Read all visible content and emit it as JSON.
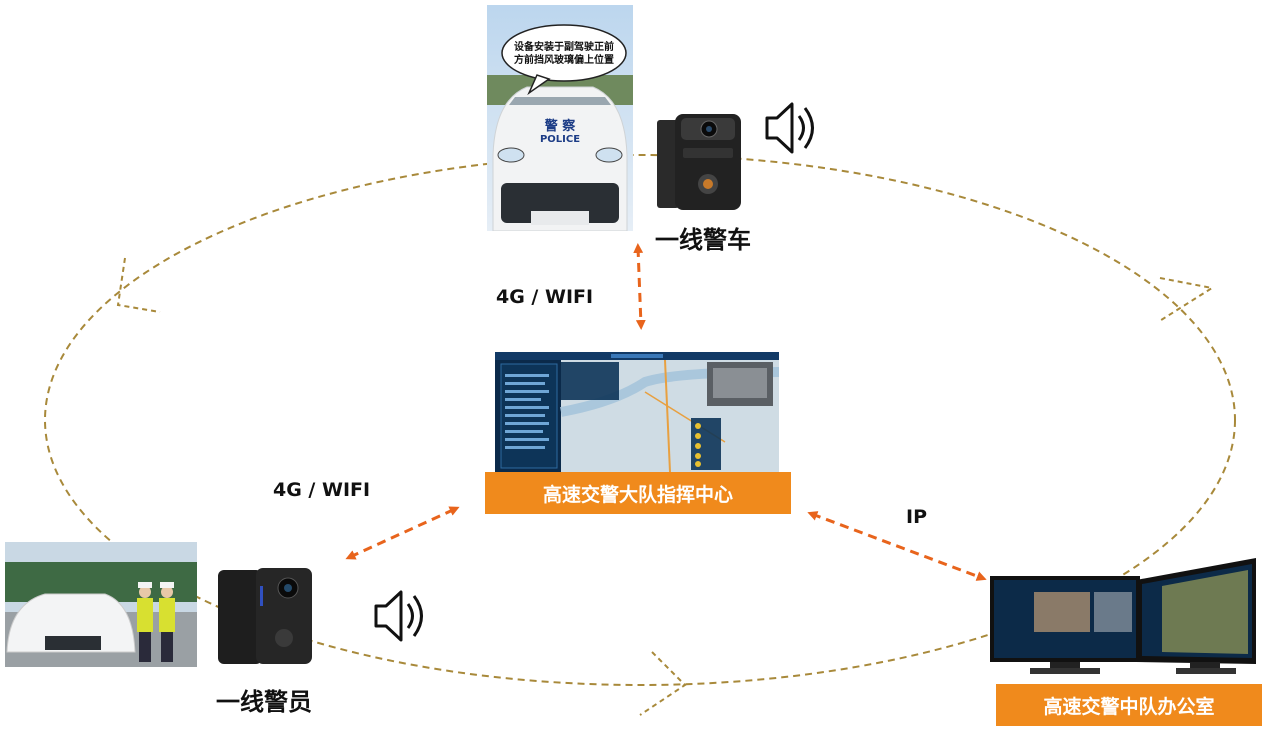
{
  "nodes": {
    "car_bubble": {
      "line1": "设备安装于副驾驶正前",
      "line2": "方前挡风玻璃偏上位置"
    },
    "car_plate_texts": {
      "police_cn": "警 察",
      "police_en": "POLICE"
    },
    "police_car": {
      "label": "一线警车"
    },
    "officer": {
      "label": "一线警员"
    },
    "center": {
      "label": "高速交警大队指挥中心"
    },
    "office": {
      "label": "高速交警中队办公室"
    }
  },
  "links": [
    {
      "label": "4G / WIFI"
    },
    {
      "label": "4G / WIFI"
    },
    {
      "label": "IP"
    }
  ],
  "colors": {
    "accent_orange": "#f08a1c",
    "arrow_orange": "#e8641c",
    "loop_dash": "#a8893a"
  }
}
